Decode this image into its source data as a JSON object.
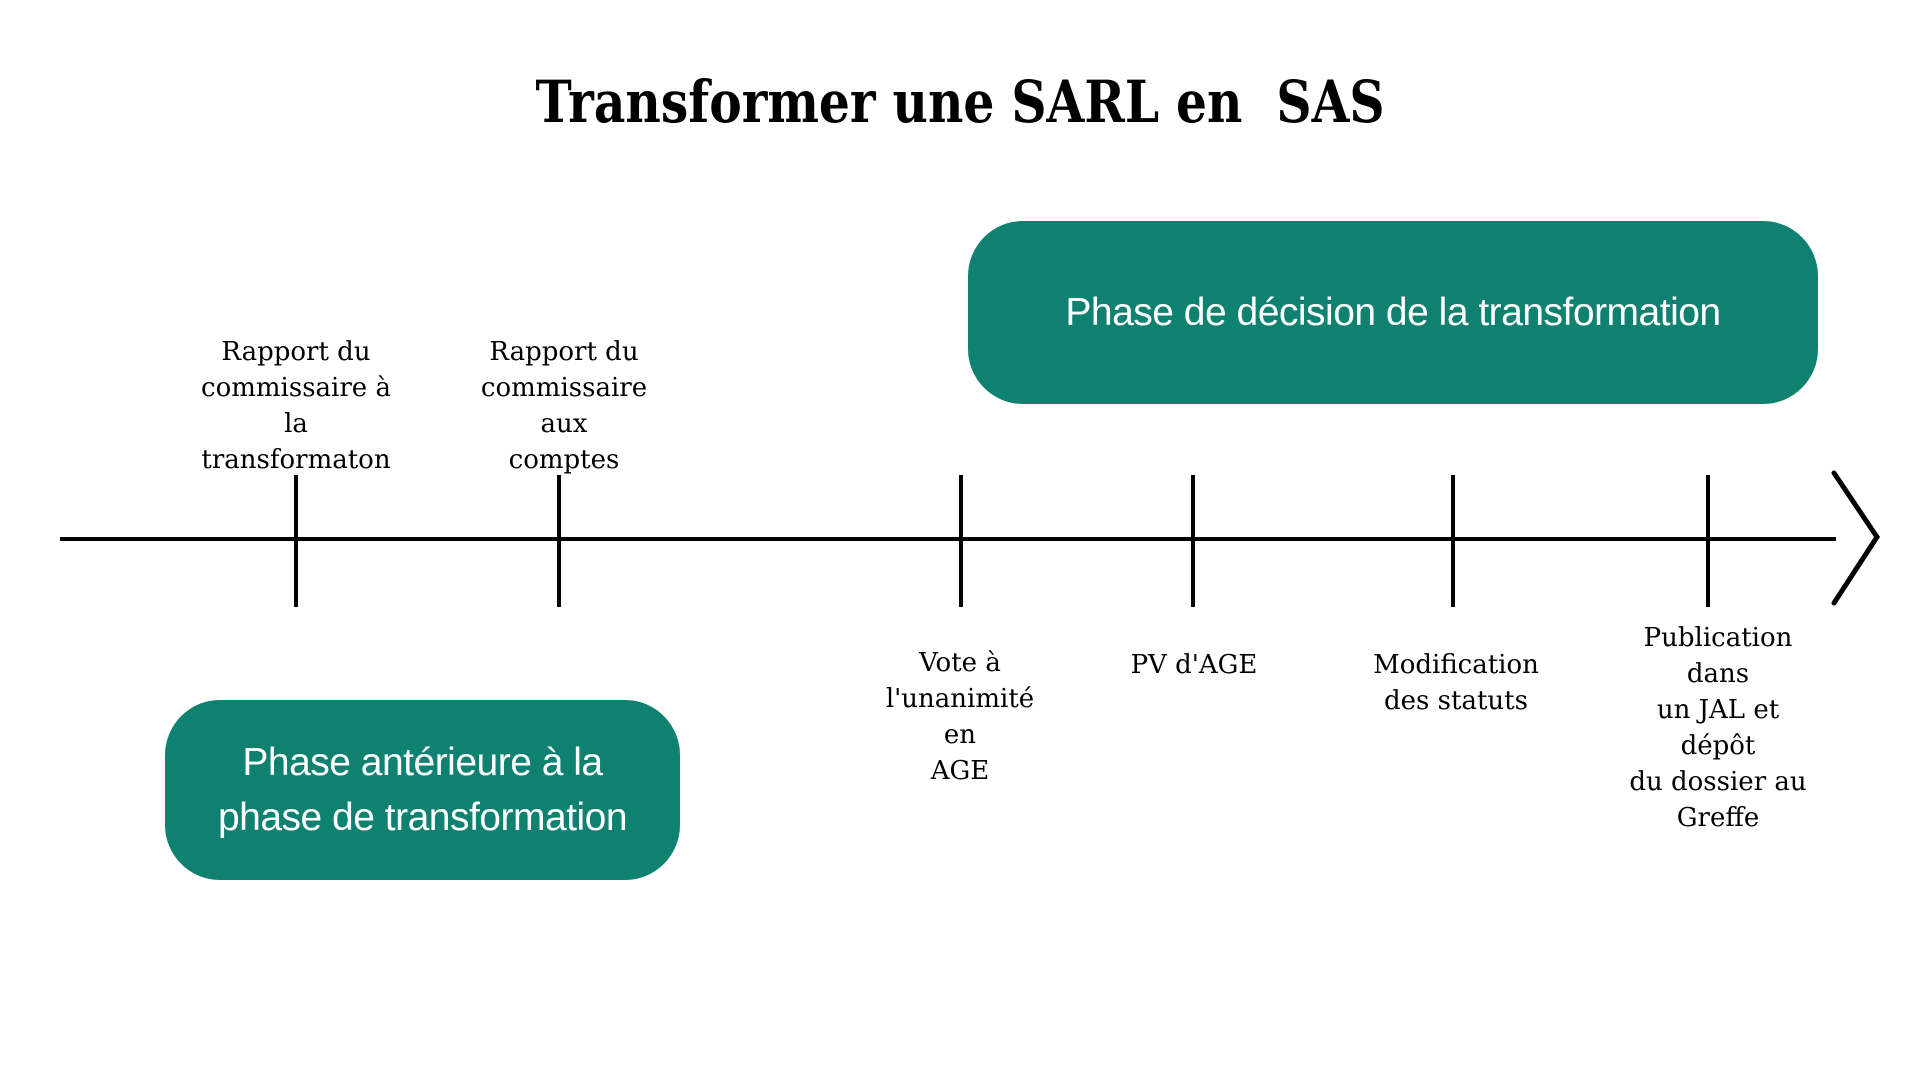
{
  "title": "Transformer une SARL en  SAS",
  "phases": [
    {
      "id": "anterieure",
      "label": "Phase antérieure à la\nphase de transformation",
      "side": "below-timeline-left",
      "box_color": "#0E8170",
      "text_color": "#FFFFFF"
    },
    {
      "id": "decision",
      "label": "Phase de décision de la transformation",
      "side": "above-timeline-right",
      "box_color": "#0E8170",
      "text_color": "#FFFFFF"
    }
  ],
  "events": [
    {
      "label": "Rapport du\ncommissaire à la\ntransformaton",
      "side": "above"
    },
    {
      "label": "Rapport du\ncommissaire aux\ncomptes",
      "side": "above"
    },
    {
      "label": "Vote à\nl'unanimité en\nAGE",
      "side": "below"
    },
    {
      "label": "PV d'AGE",
      "side": "below"
    },
    {
      "label": "Modification\ndes statuts",
      "side": "below"
    },
    {
      "label": "Publication dans\nun JAL et dépôt\ndu dossier au\nGreffe",
      "side": "below"
    }
  ],
  "timeline": {
    "tick_count": 6,
    "arrow": "right-chevron",
    "line_color": "#000000"
  },
  "colors": {
    "background": "#FFFFFF",
    "phase_box_green": "#0E8170",
    "phase_text_white": "#FFFFFF",
    "text_black": "#000000"
  }
}
